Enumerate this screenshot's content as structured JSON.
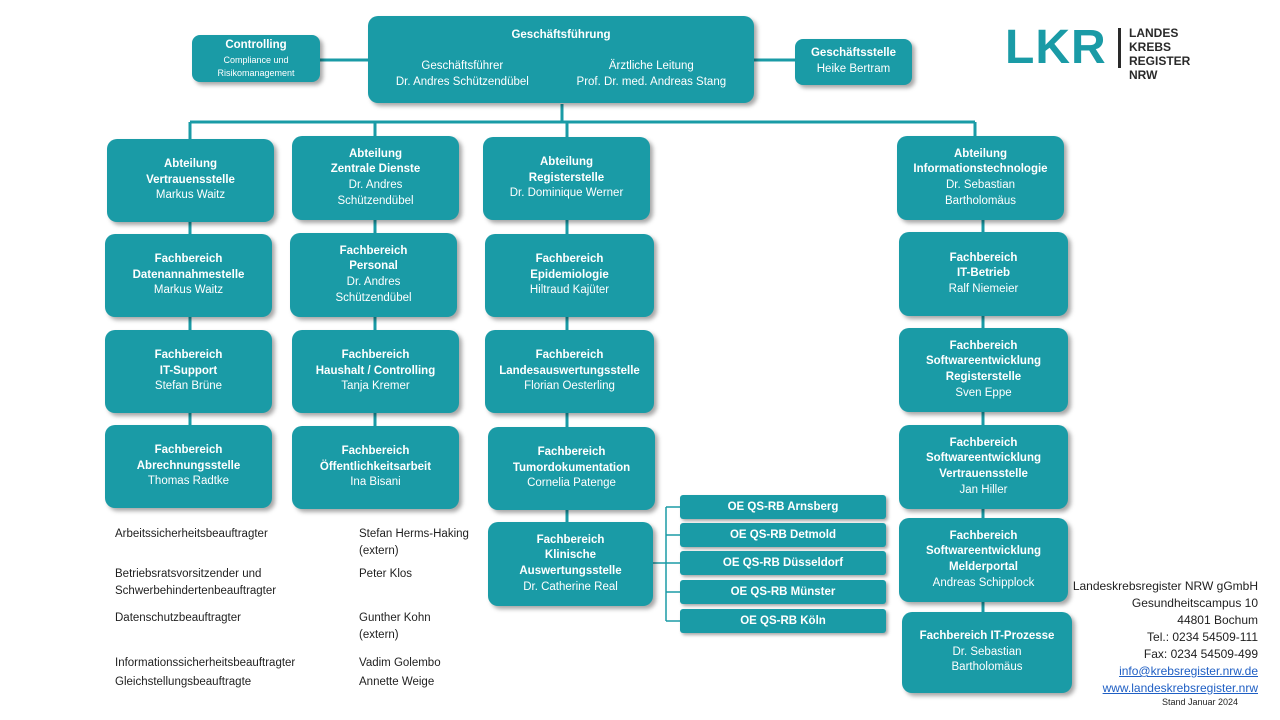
{
  "top": {
    "controlling": {
      "title": "Controlling",
      "sub1": "Compliance und",
      "sub2": "Risikomanagement"
    },
    "gf": {
      "title": "Geschäftsführung",
      "left_role": "Geschäftsführer",
      "left_name": "Dr. Andres Schützendübel",
      "right_role": "Ärztliche Leitung",
      "right_name": "Prof. Dr. med. Andreas Stang"
    },
    "gs": {
      "title": "Geschäftsstelle",
      "name": "Heike Bertram"
    }
  },
  "logo": {
    "mark": "LKR",
    "line1": "LANDES",
    "line2": "KREBS",
    "line3": "REGISTER NRW"
  },
  "columns": {
    "c1": {
      "head": {
        "l1": "Abteilung",
        "l2": "Vertrauensstelle",
        "name": "Markus Waitz"
      },
      "b1": {
        "l1": "Fachbereich",
        "l2": "Datenannahmestelle",
        "name": "Markus Waitz"
      },
      "b2": {
        "l1": "Fachbereich",
        "l2": "IT-Support",
        "name": "Stefan Brüne"
      },
      "b3": {
        "l1": "Fachbereich",
        "l2": "Abrechnungsstelle",
        "name": "Thomas Radtke"
      }
    },
    "c2": {
      "head": {
        "l1": "Abteilung",
        "l2": "Zentrale Dienste",
        "name1": "Dr. Andres",
        "name2": "Schützendübel"
      },
      "b1": {
        "l1": "Fachbereich",
        "l2": "Personal",
        "name1": "Dr. Andres",
        "name2": "Schützendübel"
      },
      "b2": {
        "l1": "Fachbereich",
        "l2": "Haushalt / Controlling",
        "name": "Tanja Kremer"
      },
      "b3": {
        "l1": "Fachbereich",
        "l2": "Öffentlichkeitsarbeit",
        "name": "Ina Bisani"
      }
    },
    "c3": {
      "head": {
        "l1": "Abteilung",
        "l2": "Registerstelle",
        "name": "Dr. Dominique Werner"
      },
      "b1": {
        "l1": "Fachbereich",
        "l2": "Epidemiologie",
        "name": "Hiltraud Kajüter"
      },
      "b2": {
        "l1": "Fachbereich",
        "l2": "Landesauswertungsstelle",
        "name": "Florian Oesterling"
      },
      "b3": {
        "l1": "Fachbereich",
        "l2": "Tumordokumentation",
        "name": "Cornelia Patenge"
      },
      "b4": {
        "l1": "Fachbereich",
        "l2": "Klinische",
        "l3": "Auswertungsstelle",
        "name": "Dr. Catherine Real"
      }
    },
    "c4": {
      "head": {
        "l1": "Abteilung",
        "l2": "Informationstechnologie",
        "name1": "Dr. Sebastian",
        "name2": "Bartholomäus"
      },
      "b1": {
        "l1": "Fachbereich",
        "l2": "IT-Betrieb",
        "name": "Ralf Niemeier"
      },
      "b2": {
        "l1": "Fachbereich",
        "l2": "Softwareentwicklung",
        "l3": "Registerstelle",
        "name": "Sven Eppe"
      },
      "b3": {
        "l1": "Fachbereich",
        "l2": "Softwareentwicklung",
        "l3": "Vertrauensstelle",
        "name": "Jan Hiller"
      },
      "b4": {
        "l1": "Fachbereich",
        "l2": "Softwareentwicklung",
        "l3": "Melderportal",
        "name": "Andreas Schipplock"
      },
      "b5": {
        "l1": "Fachbereich IT-Prozesse",
        "name1": "Dr. Sebastian",
        "name2": "Bartholomäus"
      }
    }
  },
  "oe": [
    "OE QS-RB Arnsberg",
    "OE QS-RB Detmold",
    "OE QS-RB Düsseldorf",
    "OE QS-RB Münster",
    "OE QS-RB Köln"
  ],
  "roles": [
    {
      "role": "Arbeitssicherheitsbeauftragter",
      "name1": "Stefan Herms-Haking",
      "name2": "(extern)"
    },
    {
      "role1": "Betriebsratsvorsitzender und",
      "role2": "Schwerbehindertenbeauftragter",
      "name": "Peter Klos"
    },
    {
      "role": "Datenschutzbeauftragter",
      "name1": "Gunther Kohn",
      "name2": "(extern)"
    },
    {
      "role": "Informationssicherheitsbeauftragter",
      "name": "Vadim Golembo"
    },
    {
      "role": "Gleichstellungsbeauftragte",
      "name": "Annette Weige"
    }
  ],
  "address": {
    "line1": "Landeskrebsregister NRW gGmbH",
    "line2": "Gesundheitscampus 10",
    "line3": "44801 Bochum",
    "tel": "Tel.: 0234 54509-111",
    "fax": "Fax: 0234 54509-499",
    "email": "info@krebsregister.nrw.de",
    "web": "www.landeskrebsregister.nrw"
  },
  "stand": "Stand Januar 2024",
  "colors": {
    "box": "#1a9ba6",
    "line": "#1a9ba6"
  }
}
